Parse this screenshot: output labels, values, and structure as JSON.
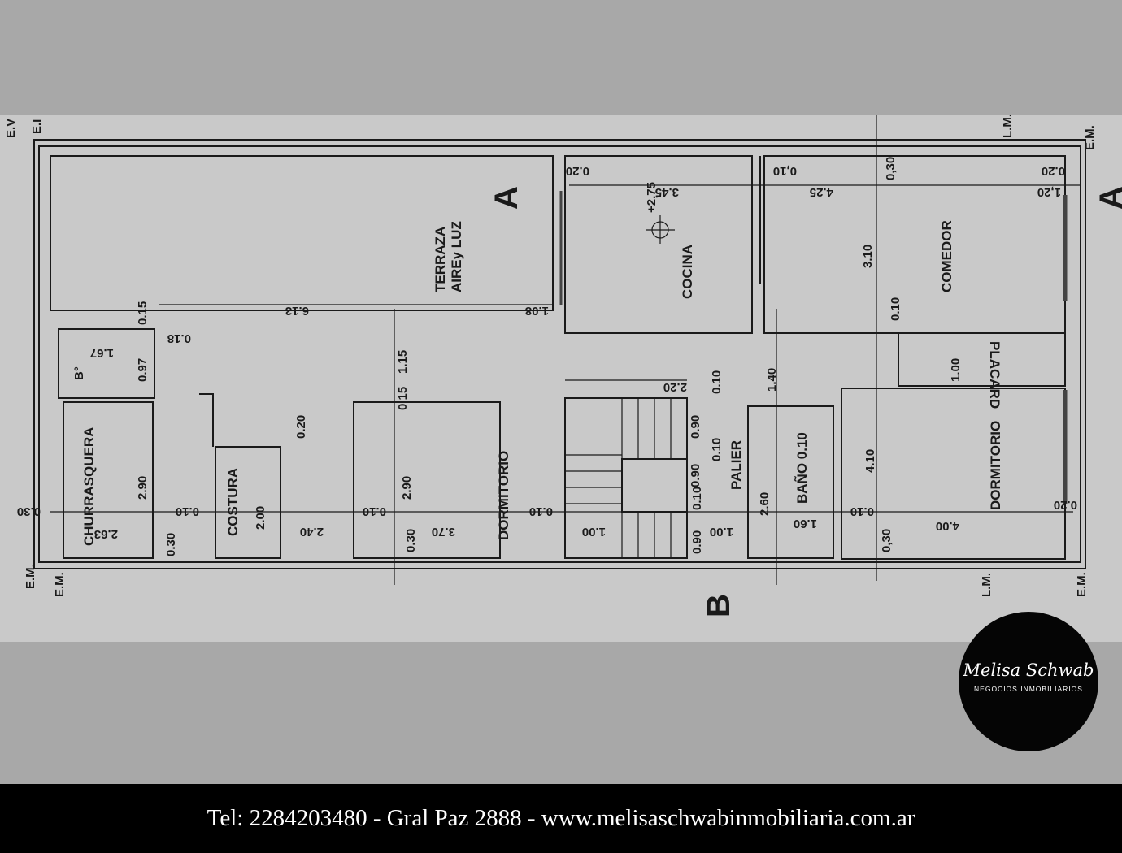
{
  "plan": {
    "rooms": {
      "terraza": "TERRAZA",
      "aire_luz": "AIREy LUZ",
      "churrasquera": "CHURRASQUERA",
      "costura": "COSTURA",
      "dormitorio_1": "DORMITORIO",
      "cocina": "COCINA",
      "palier": "PALIER",
      "bano": "BAÑO 0.10",
      "comedor": "COMEDOR",
      "placard": "PLACARD",
      "dormitorio_2": "DORMITORIO",
      "bano_chico": "B°"
    },
    "section_marks": {
      "a_left": "A",
      "a_right": "A",
      "b": "B"
    },
    "level": "+2,75",
    "boundary_labels": [
      "E.V",
      "E.I",
      "E.M.",
      "E.M.",
      "E.M.",
      "E.M.",
      "L.M.",
      "L.M."
    ],
    "dims": [
      "6.13",
      "1.08",
      "0.15",
      "0.18",
      "1.67",
      "0.97",
      "1.15",
      "0,15",
      "0.20",
      "2.90",
      "2.90",
      "0.10",
      "0.30",
      "2.63",
      "0.30",
      "2.00",
      "2.40",
      "0.10",
      "0.30",
      "3.70",
      "0.10",
      "0.20",
      "3.45",
      "0,10",
      "0,30",
      "4.25",
      "0.20",
      "1,20",
      "3.10",
      "0.10",
      "1.00",
      "2.20",
      "0.10",
      "1.40",
      "0.90",
      "0.90",
      "0.10",
      "0.10",
      "0.90",
      "1.00",
      "1.00",
      "2.60",
      "1.60",
      "0.10",
      "4.10",
      "0,30",
      "4.00",
      "0.20"
    ]
  },
  "logo": {
    "name": "Melisa Schwab",
    "tagline": "NEGOCIOS INMOBILIARIOS"
  },
  "footer": {
    "contact": "Tel: 2284203480 - Gral Paz 2888 - www.melisaschwabinmobiliaria.com.ar"
  },
  "colors": {
    "paper": "#c9c9c9",
    "background": "#a8a8a8",
    "footer": "#000000"
  }
}
